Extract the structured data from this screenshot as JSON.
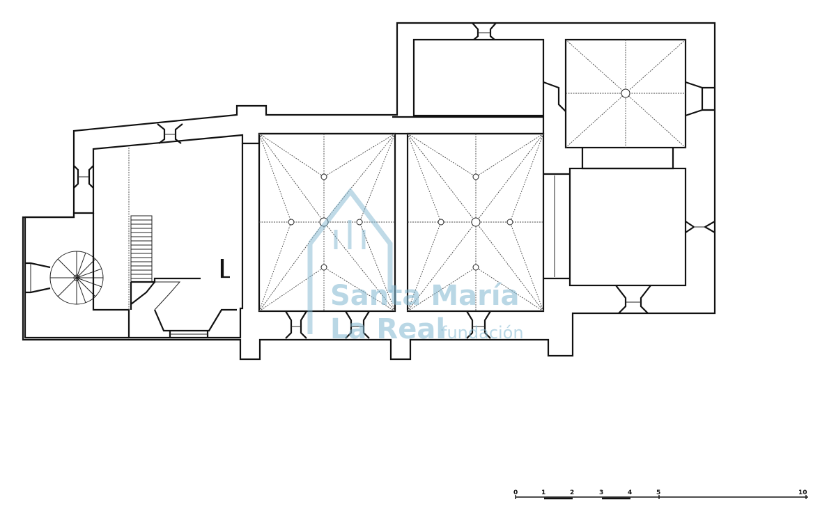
{
  "watermark": {
    "line1": "Santa María",
    "line2": "La Real",
    "sub": "fundación",
    "color": "#7fb6cf"
  },
  "scale_bar": {
    "ticks": [
      "0",
      "1",
      "2",
      "3",
      "4",
      "5",
      "10"
    ]
  }
}
